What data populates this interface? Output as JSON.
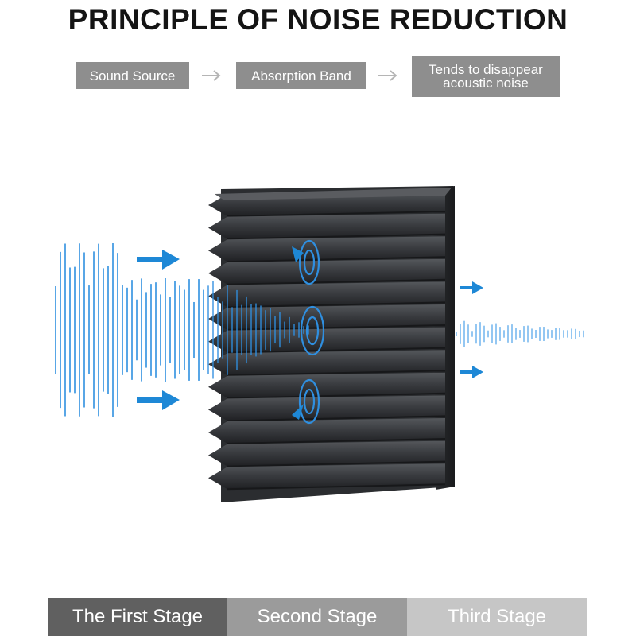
{
  "title": "PRINCIPLE OF NOISE REDUCTION",
  "flow": [
    {
      "label": "Sound Source"
    },
    {
      "label": "Absorption Band"
    },
    {
      "label": "Tends to disappear acoustic noise"
    }
  ],
  "stages": [
    {
      "label": "The First Stage"
    },
    {
      "label": "Second Stage"
    },
    {
      "label": "Third Stage"
    }
  ],
  "colors": {
    "flow_box": "#8e8e8e",
    "flow_arrow": "#b5b5b5",
    "wave": "#2f8fe0",
    "arrow": "#1e88d6",
    "foam_dark": "#2b2d30",
    "foam_light": "#4a4c50",
    "stage_1": "#606060",
    "stage_2": "#9b9b9b",
    "stage_3": "#c6c6c6"
  },
  "icons": [
    "right-arrow-icon",
    "swirl-icon",
    "sound-wave-icon"
  ]
}
